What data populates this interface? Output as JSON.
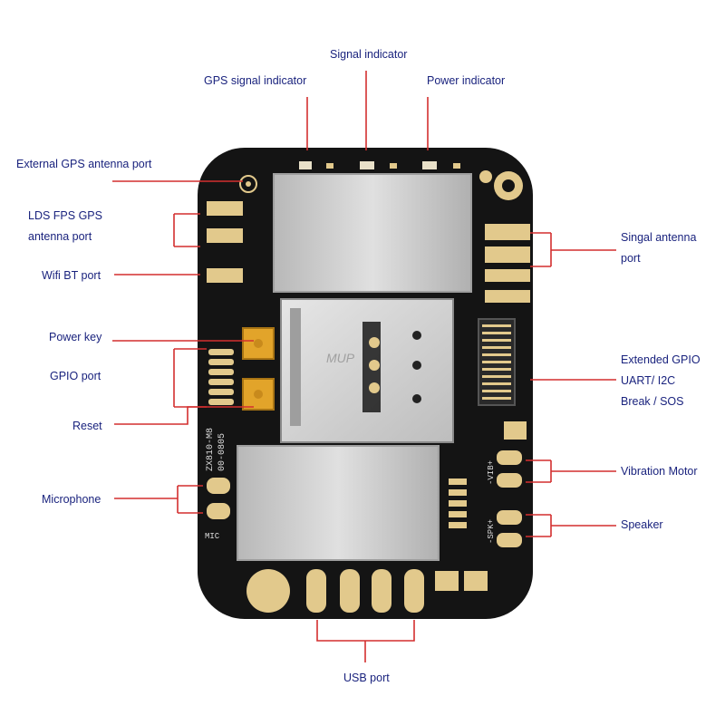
{
  "labels": {
    "signal_indicator": "Signal indicator",
    "gps_signal_indicator": "GPS signal indicator",
    "power_indicator": "Power indicator",
    "external_gps_antenna_port": "External GPS antenna port",
    "lds_fps_gps_line1": "LDS FPS GPS",
    "lds_fps_gps_line2": "antenna port",
    "wifi_bt_port": "Wifi BT port",
    "power_key": "Power key",
    "gpio_port": "GPIO port",
    "reset": "Reset",
    "microphone": "Microphone",
    "singal_antenna_line1": "Singal antenna",
    "singal_antenna_line2": "port",
    "extended_gpio_line1": "Extended GPIO",
    "extended_gpio_line2": "UART/ I2C",
    "extended_gpio_line3": "Break / SOS",
    "vibration_motor": "Vibration Motor",
    "speaker": "Speaker",
    "usb_port": "USB port"
  },
  "board": {
    "silkscreen_model": "ZX810-M8",
    "silkscreen_code": "00-0805",
    "mic_text": "MIC",
    "vib_text": "-VIB+",
    "spk_text": "-SPK+",
    "sim_text": "MUP"
  },
  "colors": {
    "leader_line": "#d32f2f",
    "label_text": "#1a237e",
    "pcb": "#141414",
    "gold_pad": "#e2c98c",
    "shield": "#c9c9c9"
  }
}
